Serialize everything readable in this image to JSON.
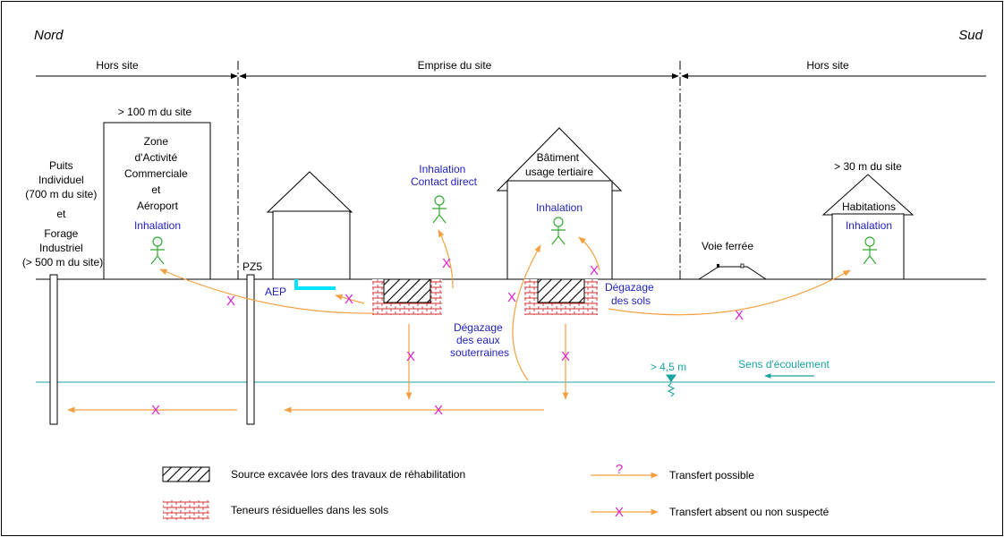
{
  "orientation": {
    "north": "Nord",
    "south": "Sud"
  },
  "zones": {
    "left": "Hors site",
    "center": "Emprise du site",
    "right": "Hors site"
  },
  "commercial": {
    "distance": "> 100 m du site",
    "name_lines": [
      "Zone",
      "d'Activité",
      "Commerciale",
      "et",
      "Aéroport"
    ],
    "exposure": "Inhalation"
  },
  "wells": {
    "lines": [
      "Puits",
      "Individuel",
      "(700 m du site)",
      "et",
      "Forage",
      "Industriel",
      "(> 500 m du site)"
    ]
  },
  "piezometer": "PZ5",
  "aep": "AEP",
  "center_receptor": {
    "lines": [
      "Inhalation",
      "Contact direct"
    ]
  },
  "tertiary_building": {
    "name_lines": [
      "Bâtiment",
      "usage tertiaire"
    ],
    "exposure": "Inhalation"
  },
  "housing": {
    "distance": "> 30 m du site",
    "name": "Habitations",
    "exposure": "Inhalation"
  },
  "railway": "Voie ferrée",
  "soil_degassing": [
    "Dégazage",
    "des sols"
  ],
  "groundwater_degassing": [
    "Dégazage",
    "des eaux",
    "souterraines"
  ],
  "water_depth": "> 4,5 m",
  "flow_direction": "Sens d'écoulement",
  "legend": {
    "excavated_source": "Source excavée lors des travaux de réhabilitation",
    "residual_content": "Teneurs résiduelles dans les sols",
    "possible_transfer_marker": "?",
    "possible_transfer": "Transfert possible",
    "absent_transfer_marker": "X",
    "absent_transfer": "Transfert absent ou non suspecté"
  },
  "colors": {
    "arrow": "#f5a040",
    "cross": "#e020d0",
    "exposure_text": "#1f1fbf",
    "water": "#1aa3a3",
    "pipe": "#00e5ff",
    "person": "#33aa33",
    "residual": "#d03030"
  }
}
